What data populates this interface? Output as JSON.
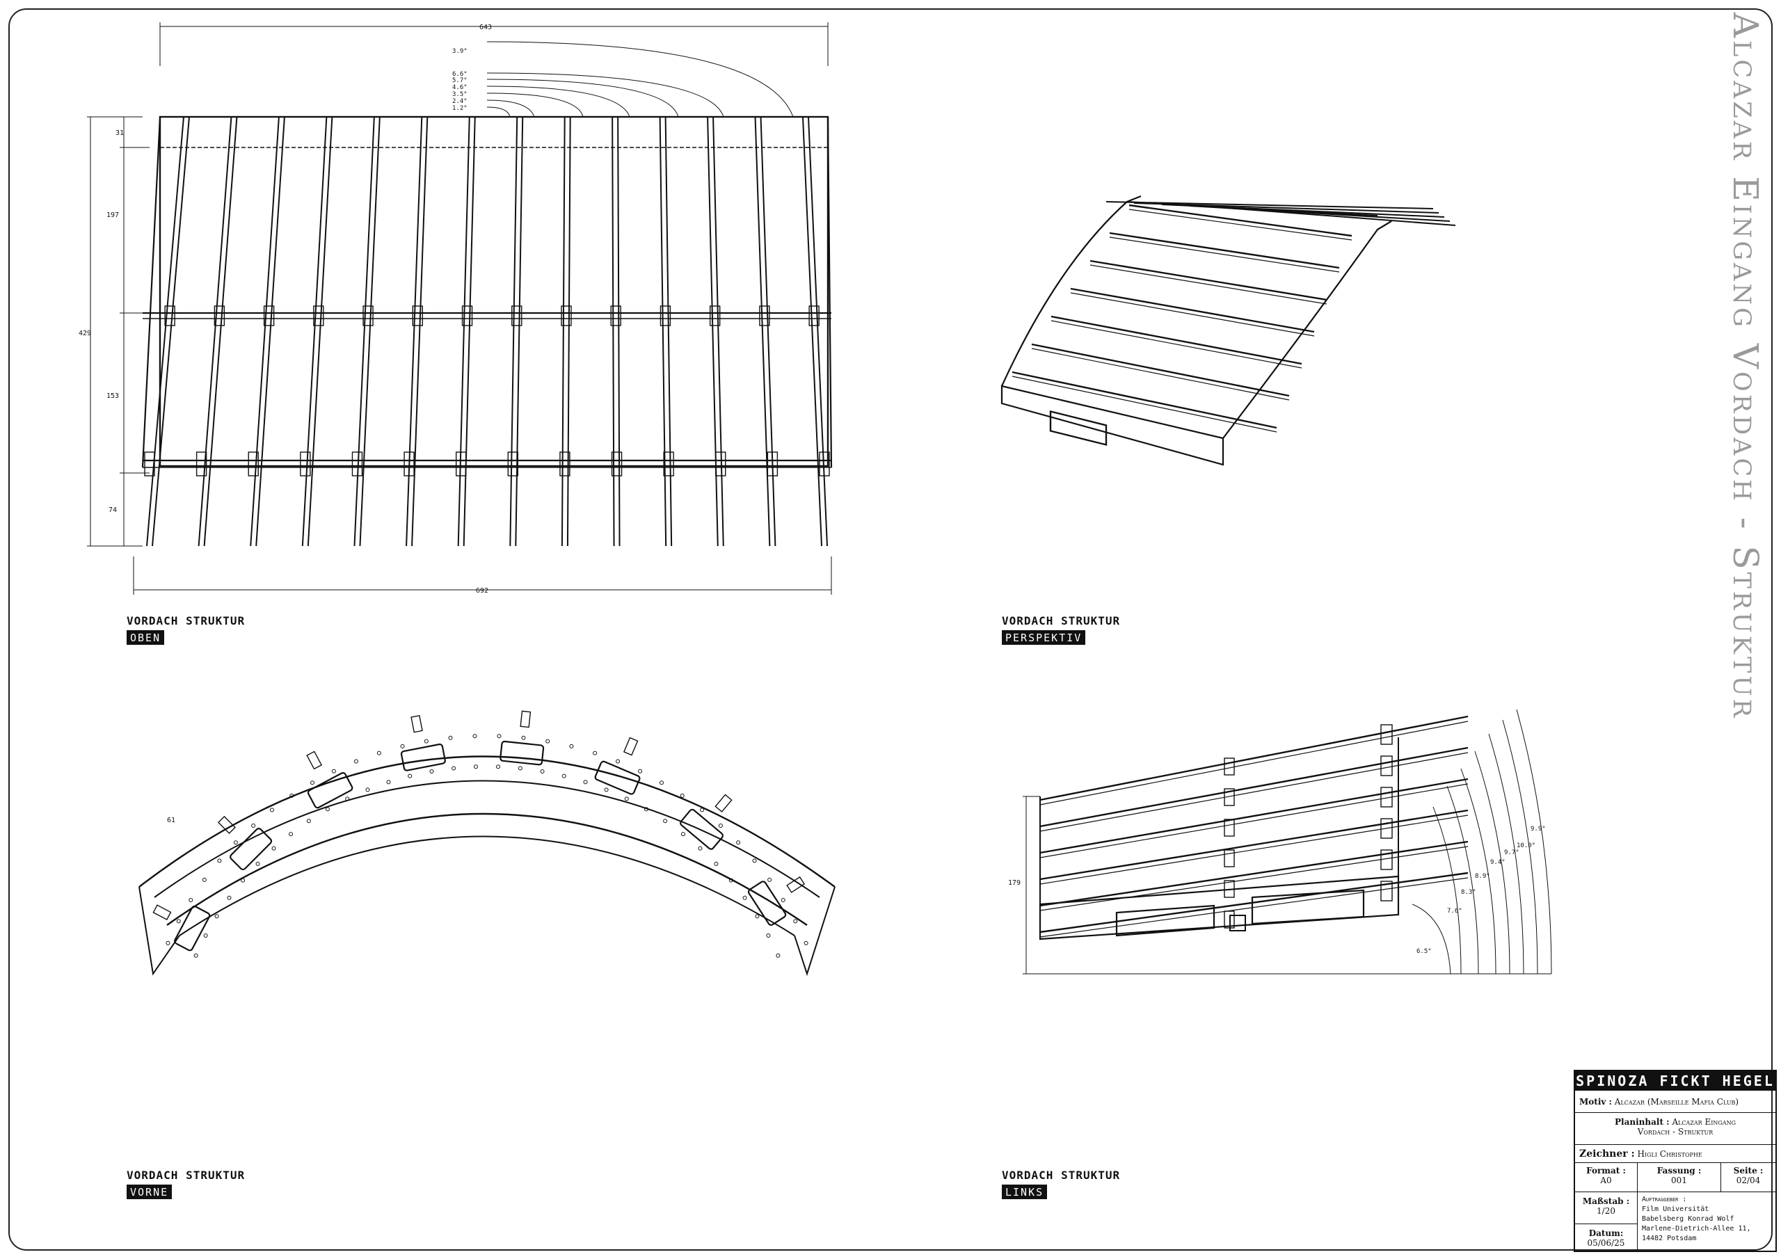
{
  "side_title": "Alcazar Eingang Vordach - Struktur",
  "views": {
    "top": {
      "title": "VORDACH STRUKTUR",
      "subtitle": "OBEN"
    },
    "perspective": {
      "title": "VORDACH STRUKTUR",
      "subtitle": "PERSPEKTIV"
    },
    "front": {
      "title": "VORDACH STRUKTUR",
      "subtitle": "VORNE"
    },
    "left": {
      "title": "VORDACH STRUKTUR",
      "subtitle": "LINKS"
    }
  },
  "dimensions": {
    "top_width": "643",
    "bottom_width": "692",
    "total_height": "429",
    "seg1": "31",
    "seg2": "197",
    "seg3": "153",
    "seg4": "74",
    "angles": [
      "3.9°",
      "6.6°",
      "5.7°",
      "4.6°",
      "3.5°",
      "2.4°",
      "1.2°"
    ],
    "front_dim": "61",
    "side_height": "179",
    "side_angles": [
      "9.9°",
      "10.0°",
      "9.7°",
      "9.4°",
      "8.9°",
      "8.3°",
      "7.6°",
      "6.5°"
    ]
  },
  "titleblock": {
    "header": "SPINOZA FICKT HEGEL",
    "motiv_label": "Motiv :",
    "motiv_value": "Alcazar (Marseille Mafia Club)",
    "planinhalt_label": "Planinhalt :",
    "planinhalt_value_1": "Alcazar Eingang",
    "planinhalt_value_2": "Vordach - Struktur",
    "zeichner_label": "Zeichner :",
    "zeichner_value": "Higli Christophe",
    "format_label": "Format :",
    "format_value": "A0",
    "fassung_label": "Fassung :",
    "fassung_value": "001",
    "seite_label": "Seite :",
    "seite_value": "02/04",
    "massstab_label": "Maßstab :",
    "massstab_value": "1/20",
    "auftraggeber_label": "Auftraggeber :",
    "auftraggeber_1": "Film Universität",
    "auftraggeber_2": "Babelsberg Konrad Wolf",
    "auftraggeber_3": "Marlene-Dietrich-Allee 11,",
    "auftraggeber_4": "14482 Potsdam",
    "datum_label": "Datum:",
    "datum_value": "05/06/25"
  }
}
